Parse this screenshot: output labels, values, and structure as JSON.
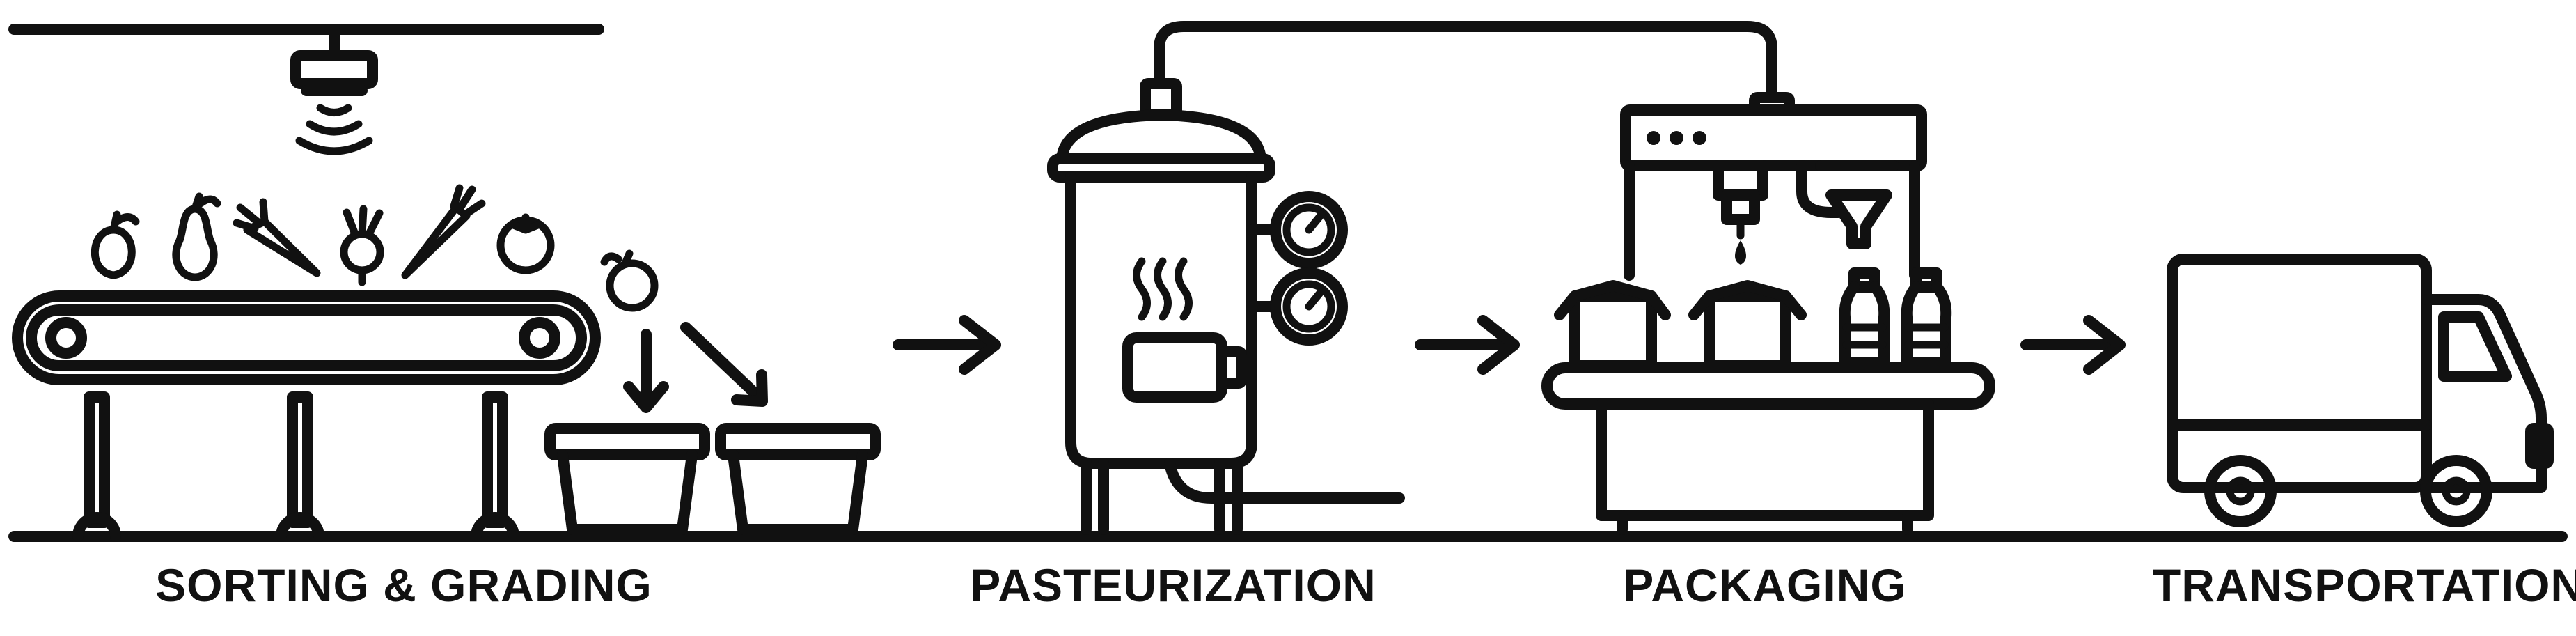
{
  "diagram": {
    "stages": [
      {
        "id": "sorting",
        "label": "SORTING & GRADING"
      },
      {
        "id": "pasteurization",
        "label": "PASTEURIZATION"
      },
      {
        "id": "packaging",
        "label": "PACKAGING"
      },
      {
        "id": "transportation",
        "label": "TRANSPORTATION"
      }
    ],
    "icons": {
      "sensor": "sensor-icon",
      "produce": [
        "apple-icon",
        "pear-icon",
        "carrot-icon",
        "beet-icon",
        "carrot-icon",
        "tomato-icon",
        "orange-icon"
      ],
      "conveyor": "conveyor-belt-icon",
      "bins": "bin-icon",
      "tank": "pasteurizer-tank-icon",
      "gauge": "pressure-gauge-icon",
      "heat": "heat-icon",
      "filler": "filling-machine-icon",
      "box": "box-icon",
      "bottle": "bottle-icon",
      "truck": "delivery-truck-icon",
      "arrow": "arrow-right-icon"
    },
    "colors": {
      "line": "#111111",
      "background": "#ffffff"
    }
  }
}
